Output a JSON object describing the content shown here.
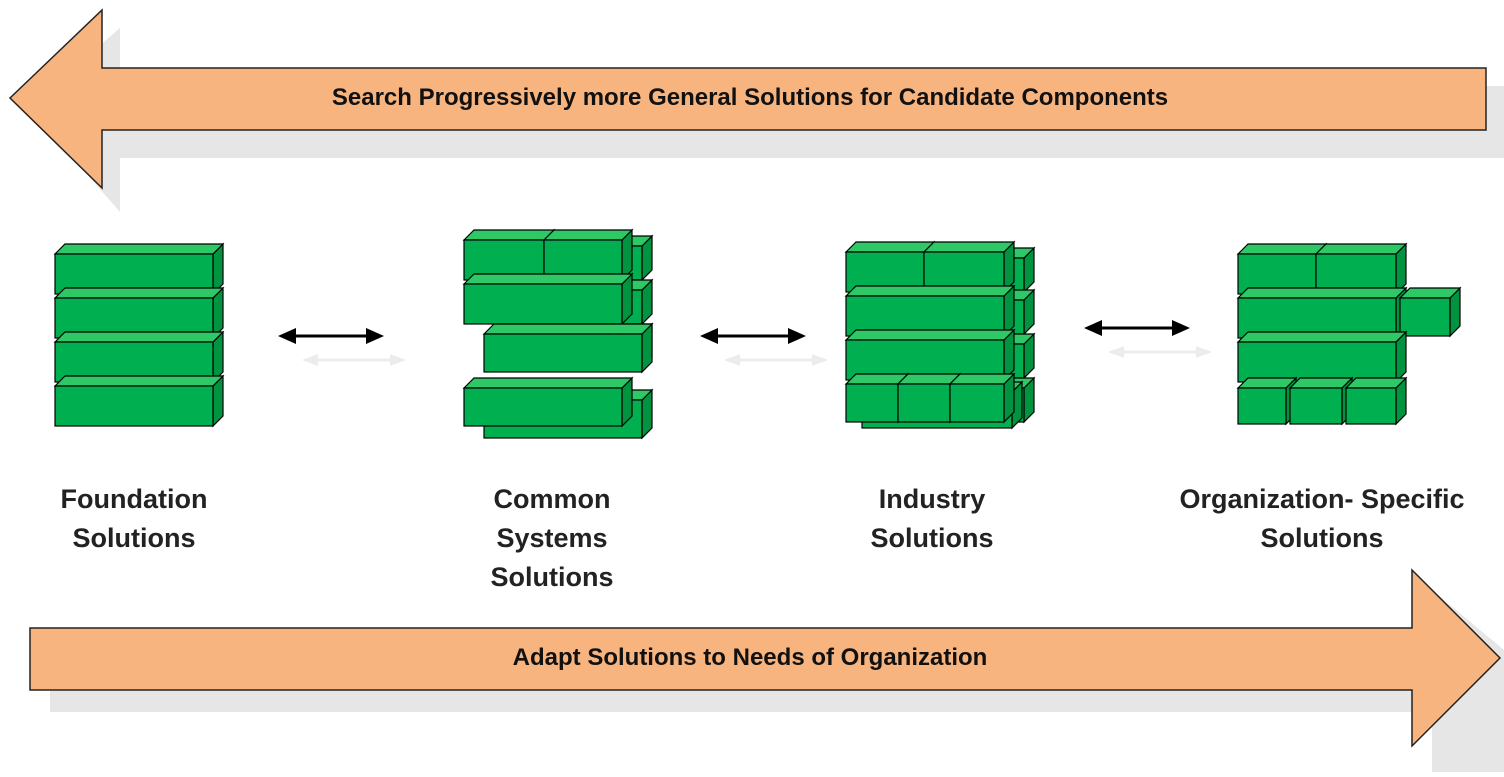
{
  "top_arrow": {
    "label": "Search Progressively more General Solutions for Candidate Components",
    "direction": "left"
  },
  "bottom_arrow": {
    "label": "Adapt Solutions to Needs of Organization",
    "direction": "right"
  },
  "stacks": [
    {
      "lines": [
        "Foundation",
        "Solutions"
      ]
    },
    {
      "lines": [
        "Common",
        "Systems",
        "Solutions"
      ]
    },
    {
      "lines": [
        "Industry",
        "Solutions"
      ]
    },
    {
      "lines": [
        "Organization- Specific",
        "Solutions"
      ]
    }
  ],
  "colors": {
    "arrow_fill": "#F8B47E",
    "arrow_stroke": "#222222",
    "block_front": "#00B050",
    "block_top": "#2EC966",
    "block_side": "#009441",
    "block_stroke": "#000000",
    "shadow": "#E6E6E6"
  }
}
